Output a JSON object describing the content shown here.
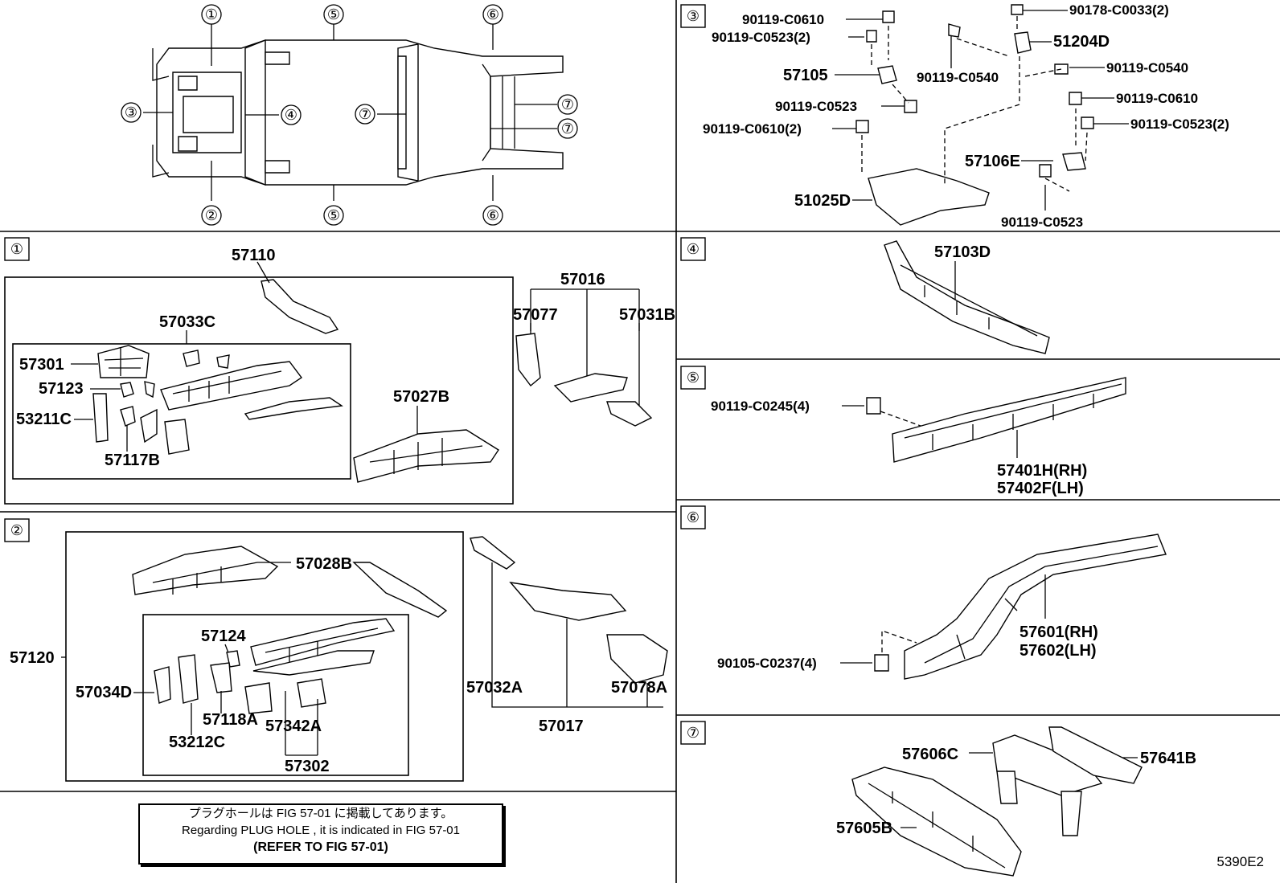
{
  "overview": {
    "callouts": [
      "①",
      "②",
      "③",
      "④",
      "⑤",
      "⑤",
      "⑥",
      "⑥",
      "⑦",
      "⑦",
      "⑦"
    ]
  },
  "sections": {
    "s1": {
      "badge": "①",
      "labels": [
        "57110",
        "57033C",
        "57301",
        "57123",
        "53211C",
        "57117B",
        "57016",
        "57077",
        "57031B",
        "57027B"
      ]
    },
    "s2": {
      "badge": "②",
      "labels": [
        "57028B",
        "57120",
        "57124",
        "57034D",
        "57118A",
        "53212C",
        "57342A",
        "57302",
        "57032A",
        "57017",
        "57078A"
      ]
    },
    "s3": {
      "badge": "③",
      "labels": [
        "90119-C0610",
        "90119-C0523(2)",
        "90178-C0033(2)",
        "51204D",
        "57105",
        "90119-C0540",
        "90119-C0540",
        "90119-C0523",
        "90119-C0610",
        "90119-C0610(2)",
        "90119-C0523(2)",
        "57106E",
        "51025D",
        "90119-C0523"
      ]
    },
    "s4": {
      "badge": "④",
      "labels": [
        "57103D"
      ]
    },
    "s5": {
      "badge": "⑤",
      "labels": [
        "90119-C0245(4)",
        "57401H(RH)",
        "57402F(LH)"
      ]
    },
    "s6": {
      "badge": "⑥",
      "labels": [
        "57601(RH)",
        "57602(LH)",
        "90105-C0237(4)"
      ]
    },
    "s7": {
      "badge": "⑦",
      "labels": [
        "57606C",
        "57641B",
        "57605B"
      ]
    }
  },
  "note": {
    "jp": "プラグホールは FIG 57-01 に掲載してあります。",
    "en": "Regarding PLUG HOLE , it is indicated in FIG 57-01",
    "ref": "(REFER TO FIG 57-01)"
  },
  "fig_code": "5390E2"
}
